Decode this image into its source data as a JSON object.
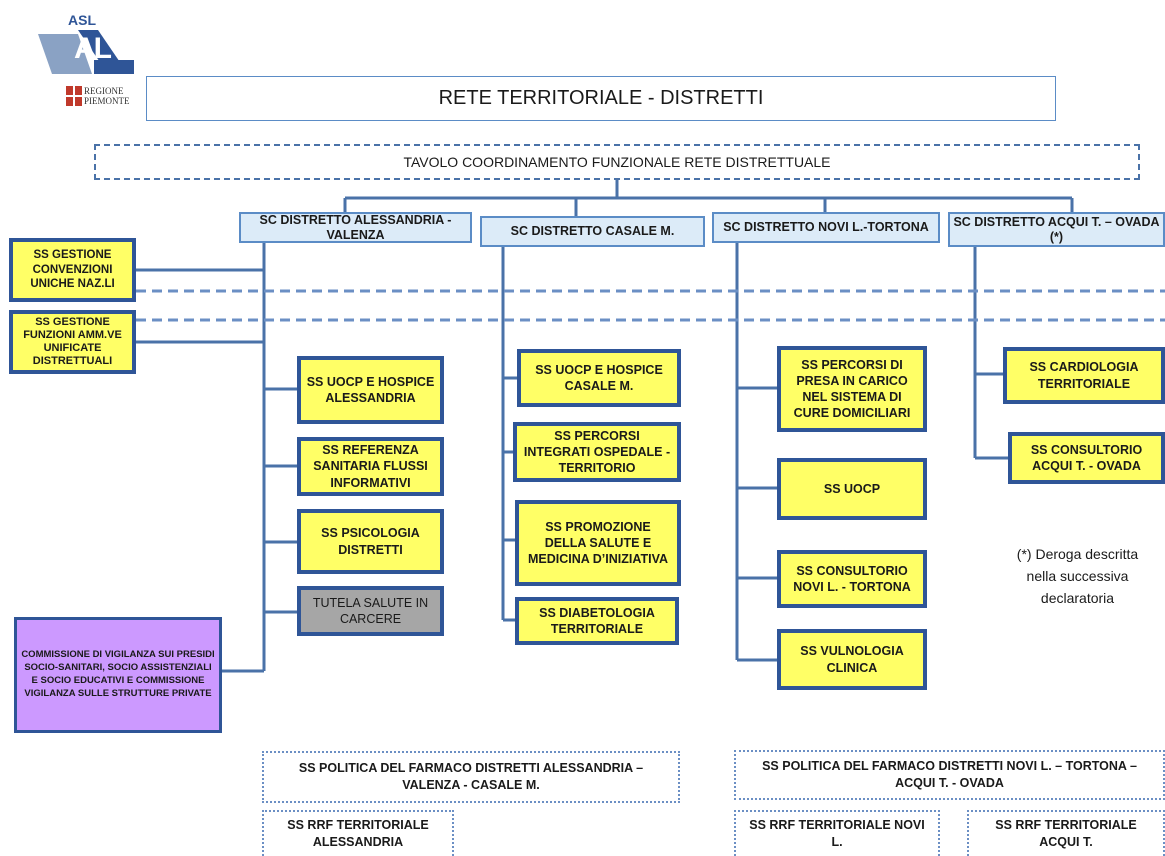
{
  "logo": {
    "asl": "ASL",
    "al": "AL",
    "regione_line1": "REGIONE",
    "regione_line2": "PIEMONTE",
    "brand_color": "#2f5597"
  },
  "header": {
    "title": "RETE TERRITORIALE - DISTRETTI"
  },
  "coordination": {
    "label": "TAVOLO COORDINAMENTO FUNZIONALE RETE DISTRETTUALE"
  },
  "districts": [
    {
      "label": "SC DISTRETTO ALESSANDRIA - VALENZA"
    },
    {
      "label": "SC DISTRETTO CASALE M."
    },
    {
      "label": "SC DISTRETTO NOVI L.-TORTONA"
    },
    {
      "label": "SC DISTRETTO ACQUI T. – OVADA (*)"
    }
  ],
  "left_boxes": {
    "convenzioni": "SS GESTIONE CONVENZIONI UNICHE NAZ.LI",
    "funzioni": "SS GESTIONE FUNZIONI AMM.VE UNIFICATE DISTRETTUALI",
    "commissione": "COMMISSIONE DI VIGILANZA SUI PRESIDI SOCIO-SANITARI, SOCIO ASSISTENZIALI E SOCIO EDUCATIVI E COMMISSIONE VIGILANZA SULLE STRUTTURE PRIVATE"
  },
  "alessandria_units": [
    "SS UOCP E HOSPICE ALESSANDRIA",
    "SS REFERENZA SANITARIA FLUSSI INFORMATIVI",
    "SS PSICOLOGIA DISTRETTI",
    "TUTELA SALUTE IN CARCERE"
  ],
  "casale_units": [
    "SS UOCP E HOSPICE CASALE M.",
    "SS PERCORSI INTEGRATI OSPEDALE - TERRITORIO",
    "SS PROMOZIONE DELLA SALUTE E MEDICINA D’INIZIATIVA",
    "SS DIABETOLOGIA TERRITORIALE"
  ],
  "novi_units": [
    "SS PERCORSI DI PRESA IN CARICO NEL SISTEMA DI CURE DOMICILIARI",
    "SS UOCP",
    "SS CONSULTORIO NOVI L. - TORTONA",
    "SS VULNOLOGIA CLINICA"
  ],
  "acqui_units": [
    "SS CARDIOLOGIA TERRITORIALE",
    "SS CONSULTORIO ACQUI T. - OVADA"
  ],
  "note": {
    "line1": "(*) Deroga descritta",
    "line2": "nella successiva",
    "line3": "declaratoria"
  },
  "bottom": {
    "farmaco_left": "SS POLITICA DEL FARMACO DISTRETTI ALESSANDRIA – VALENZA - CASALE M.",
    "farmaco_right": "SS POLITICA DEL FARMACO DISTRETTI NOVI L. – TORTONA – ACQUI T. - OVADA",
    "rrf_alessandria": "SS RRF TERRITORIALE ALESSANDRIA",
    "rrf_novi": "SS RRF TERRITORIALE NOVI L.",
    "rrf_acqui": "SS RRF TERRITORIALE ACQUI T."
  }
}
